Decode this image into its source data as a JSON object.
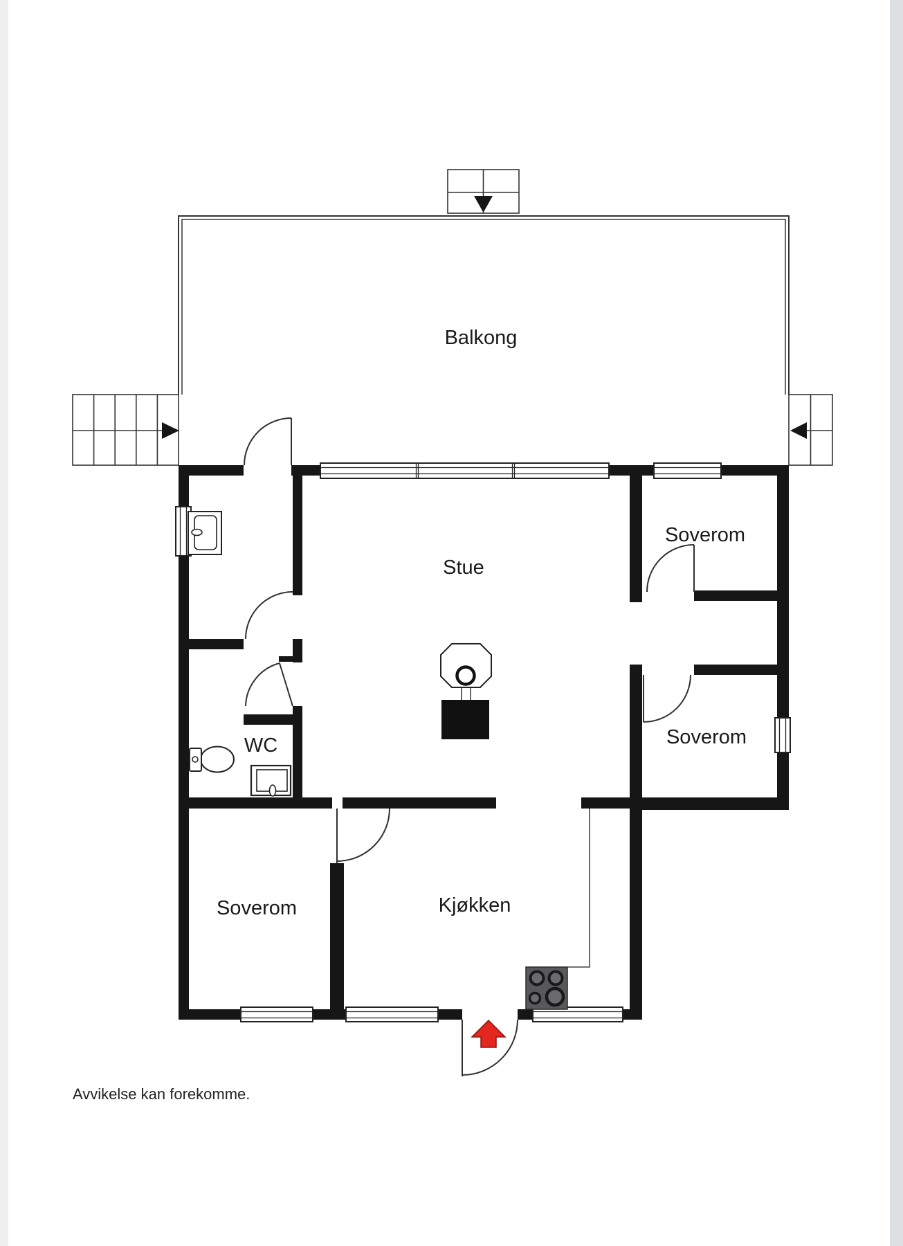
{
  "plan": {
    "rooms": {
      "balcony": "Balkong",
      "living_room": "Stue",
      "bedroom_top_right": "Soverom",
      "bedroom_mid_right": "Soverom",
      "wc": "WC",
      "bedroom_bottom_left": "Soverom",
      "kitchen": "Kjøkken"
    },
    "disclaimer": "Avvikelse kan forekomme.",
    "colors": {
      "wall": "#161616",
      "thin_line": "#333333",
      "entrance_arrow": "#e3261e",
      "entrance_arrow_outline": "#8e1310",
      "stove_body": "#59595b"
    },
    "icons": {
      "balcony_stair_arrow": "down-arrow-icon",
      "left_stair_arrow": "right-arrow-icon",
      "right_stair_arrow": "left-arrow-icon",
      "entrance": "entrance-arrow-icon"
    }
  }
}
